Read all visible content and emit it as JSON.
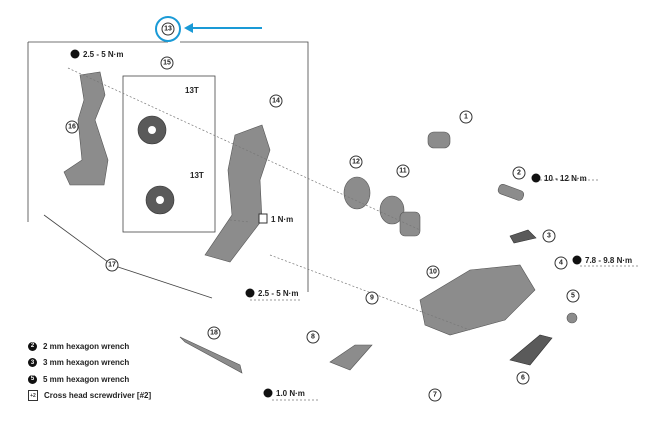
{
  "callouts": [
    "13",
    "15",
    "14",
    "16",
    "17",
    "12",
    "11",
    "1",
    "2",
    "3",
    "4",
    "5",
    "6",
    "7",
    "8",
    "9",
    "10",
    "18"
  ],
  "sprocket_labels": [
    "13T",
    "13T"
  ],
  "torques": [
    {
      "tool": "3",
      "value": "2.5 - 5 N·m"
    },
    {
      "tool": "screwdriver",
      "value": "1 N·m"
    },
    {
      "tool": "3",
      "value": "2.5 - 5 N·m"
    },
    {
      "tool": "5",
      "value": "10 - 12 N·m"
    },
    {
      "tool": "5",
      "value": "7.8 - 9.8 N·m"
    },
    {
      "tool": "2",
      "value": "1.0 N·m"
    }
  ],
  "legend": [
    {
      "icon": "2",
      "label": "2 mm hexagon wrench"
    },
    {
      "icon": "3",
      "label": "3 mm hexagon wrench"
    },
    {
      "icon": "5",
      "label": "5 mm hexagon wrench"
    },
    {
      "icon": "+2",
      "label": "Cross head screwdriver [#2]"
    }
  ],
  "colors": {
    "highlight": "#1a9ad6"
  }
}
